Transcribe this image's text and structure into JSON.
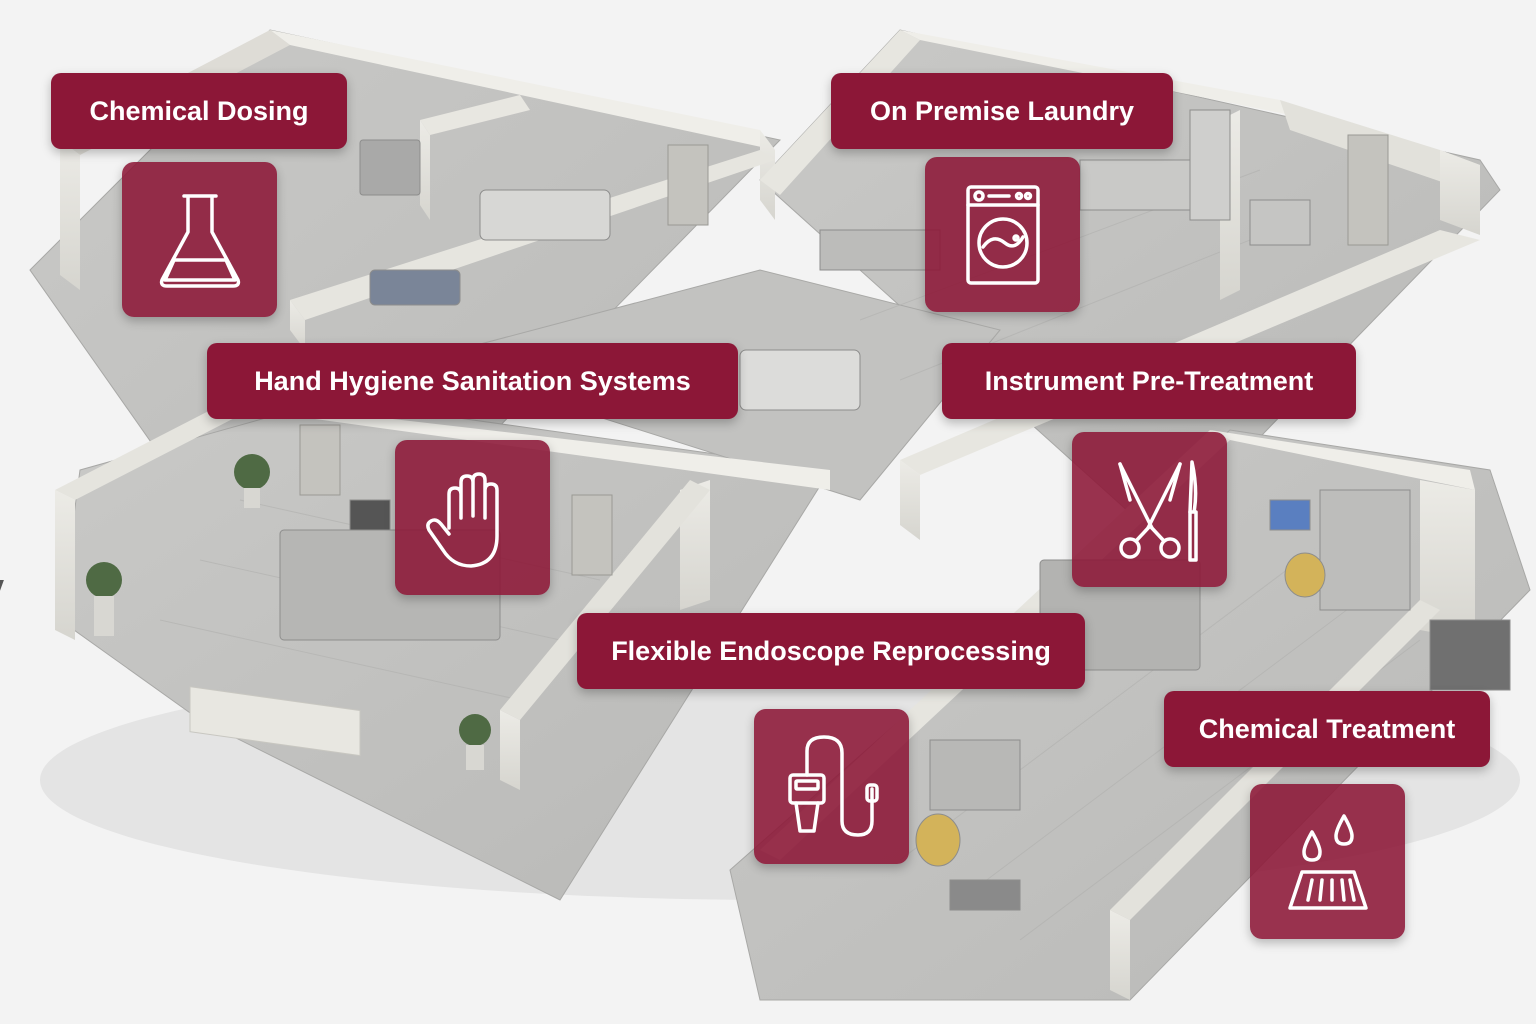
{
  "colors": {
    "accent": "#8c1737",
    "icon_stroke": "#ffffff",
    "background": "#f3f3f3"
  },
  "services": [
    {
      "label": "Chemical Dosing",
      "icon": "flask-icon"
    },
    {
      "label": "On Premise Laundry",
      "icon": "washing-machine-icon"
    },
    {
      "label": "Hand Hygiene Sanitation Systems",
      "icon": "hand-icon"
    },
    {
      "label": "Instrument Pre-Treatment",
      "icon": "scissors-scalpel-icon"
    },
    {
      "label": "Flexible Endoscope Reprocessing",
      "icon": "endoscope-icon"
    },
    {
      "label": "Chemical Treatment",
      "icon": "drain-drops-icon"
    }
  ]
}
